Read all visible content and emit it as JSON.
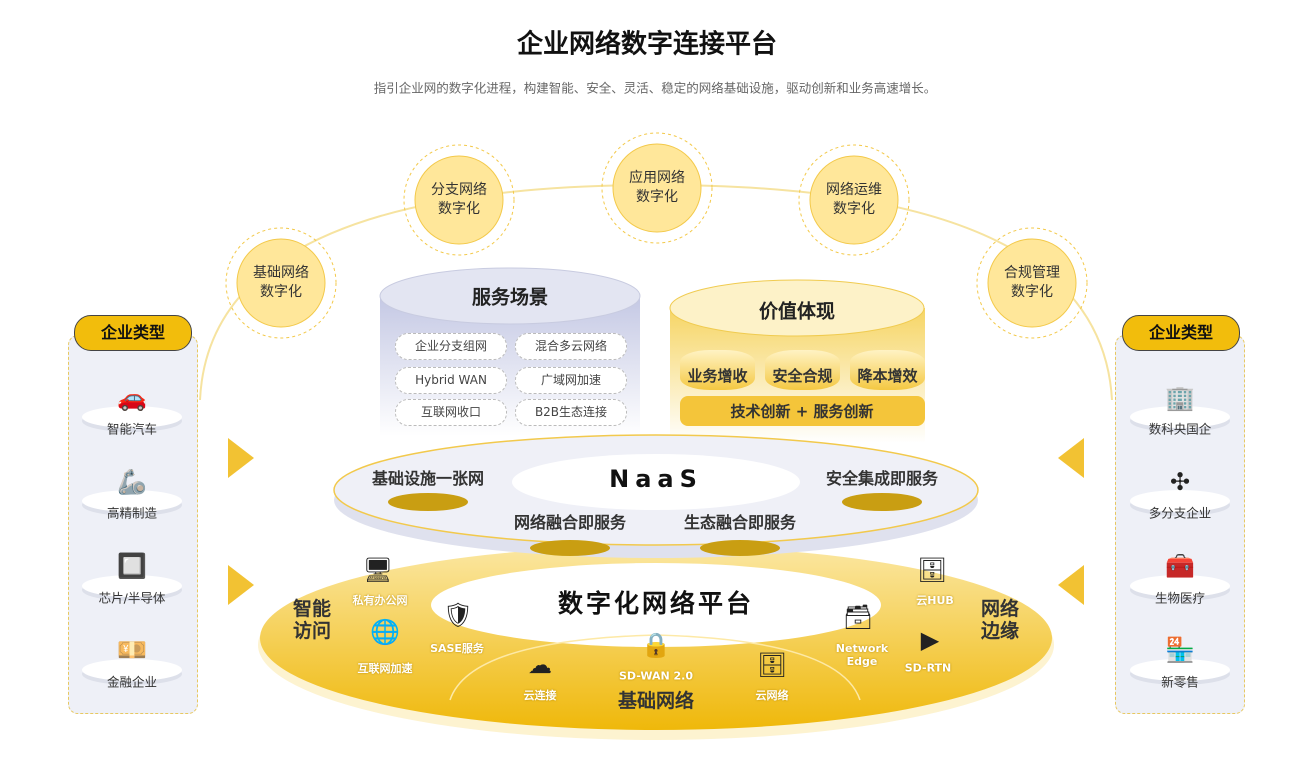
{
  "header": {
    "title": "企业网络数字连接平台",
    "subtitle": "指引企业网的数字化进程，构建智能、安全、灵活、稳定的网络基础设施，驱动创新和业务高速增长。"
  },
  "digitalization": [
    {
      "line1": "基础网络",
      "line2": "数字化"
    },
    {
      "line1": "分支网络",
      "line2": "数字化"
    },
    {
      "line1": "应用网络",
      "line2": "数字化"
    },
    {
      "line1": "网络运维",
      "line2": "数字化"
    },
    {
      "line1": "合规管理",
      "line2": "数字化"
    }
  ],
  "left_panel": {
    "title": "企业类型",
    "items": [
      {
        "label": "智能汽车",
        "icon": "car-icon"
      },
      {
        "label": "高精制造",
        "icon": "robot-arm-icon"
      },
      {
        "label": "芯片/半导体",
        "icon": "chip-icon"
      },
      {
        "label": "金融企业",
        "icon": "finance-icon"
      }
    ]
  },
  "right_panel": {
    "title": "企业类型",
    "items": [
      {
        "label": "数科央国企",
        "icon": "building-icon"
      },
      {
        "label": "多分支企业",
        "icon": "branch-network-icon"
      },
      {
        "label": "生物医疗",
        "icon": "medical-kit-icon"
      },
      {
        "label": "新零售",
        "icon": "store-icon"
      }
    ]
  },
  "service_scenarios": {
    "title": "服务场景",
    "items": [
      "企业分支组网",
      "混合多云网络",
      "Hybrid WAN",
      "广域网加速",
      "互联网收口",
      "B2B生态连接"
    ]
  },
  "value": {
    "title": "价值体现",
    "items": [
      "业务增收",
      "安全合规",
      "降本增效"
    ],
    "base": "技术创新 + 服务创新"
  },
  "naas": {
    "center": "NaaS",
    "items": [
      "基础设施一张网",
      "安全集成即服务",
      "网络融合即服务",
      "生态融合即服务"
    ]
  },
  "platform": {
    "center": "数字化网络平台",
    "smart_access": "智能访问",
    "network_edge": "网络边缘",
    "base_network": "基础网络",
    "items": [
      "私有办公网",
      "互联网加速",
      "SASE服务",
      "云连接",
      "SD-WAN 2.0",
      "云网络",
      "Network Edge",
      "云HUB",
      "SD-RTN"
    ]
  },
  "colors": {
    "accent": "#f2bd0c",
    "panel": "#eef0f7",
    "lavender": "#c9cde6"
  }
}
